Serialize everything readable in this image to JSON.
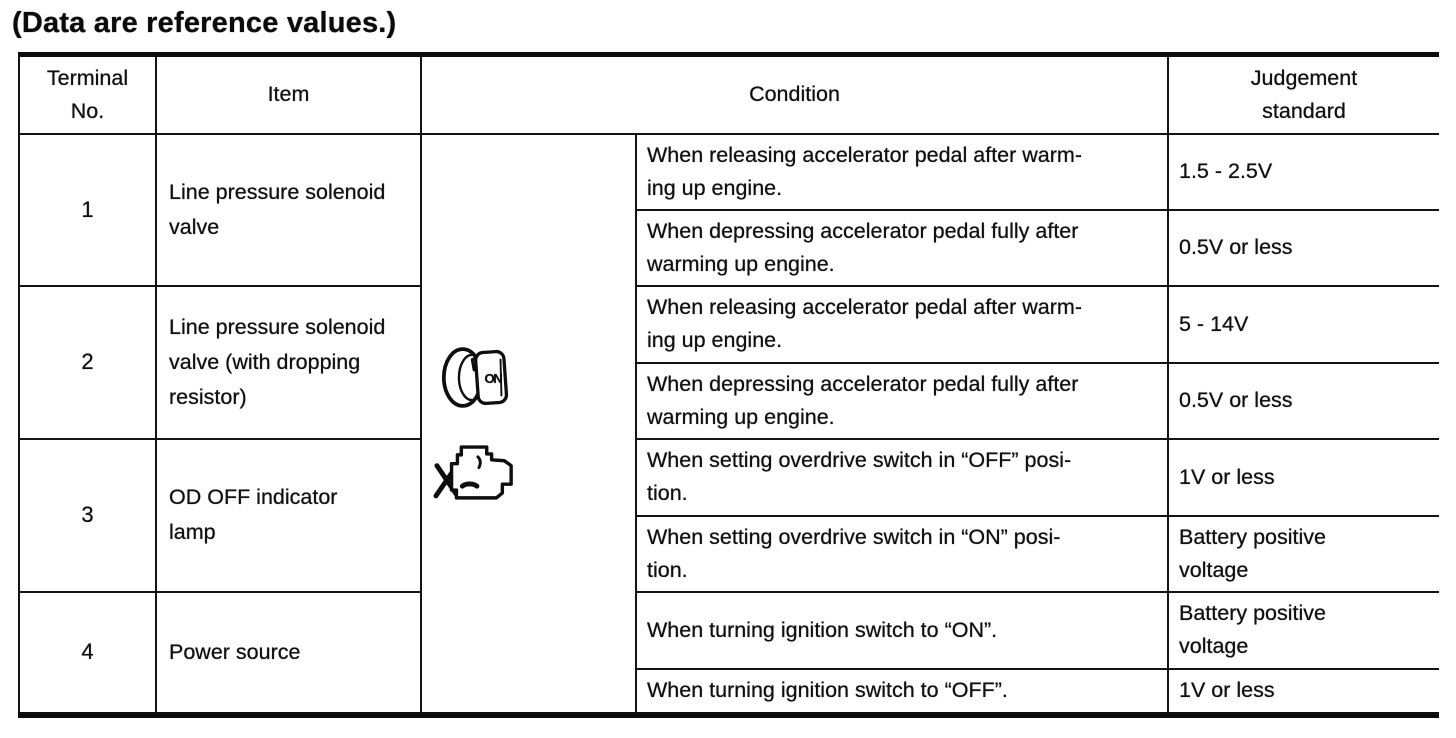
{
  "title": "(Data are reference values.)",
  "table": {
    "headers": {
      "terminal": "Terminal\nNo.",
      "item": "Item",
      "condition": "Condition",
      "judgement": "Judgement\nstandard"
    },
    "icons": {
      "ignition_key_label": "ON",
      "ignition_key_name": "ignition-switch-on-icon",
      "engine_name": "engine-running-icon"
    },
    "groups": [
      {
        "terminal": "1",
        "item": "Line pressure solenoid\nvalve",
        "rows": [
          {
            "condition": "When releasing accelerator pedal after warm-\ning up engine.",
            "judgement": "1.5 - 2.5V"
          },
          {
            "condition": "When depressing accelerator pedal fully after\nwarming up engine.",
            "judgement": "0.5V or less"
          }
        ]
      },
      {
        "terminal": "2",
        "item": "Line pressure solenoid\nvalve (with dropping\nresistor)",
        "rows": [
          {
            "condition": "When releasing accelerator pedal after warm-\ning up engine.",
            "judgement": "5 - 14V"
          },
          {
            "condition": "When depressing accelerator pedal fully after\nwarming up engine.",
            "judgement": "0.5V or less"
          }
        ]
      },
      {
        "terminal": "3",
        "item": "OD OFF indicator\nlamp",
        "rows": [
          {
            "condition": "When setting overdrive switch in “OFF” posi-\ntion.",
            "judgement": "1V or less"
          },
          {
            "condition": "When setting overdrive switch in “ON” posi-\ntion.",
            "judgement": "Battery positive\nvoltage"
          }
        ]
      },
      {
        "terminal": "4",
        "item": "Power source",
        "rows": [
          {
            "condition": "When turning ignition switch to “ON”.",
            "judgement": "Battery positive\nvoltage"
          },
          {
            "condition": "When turning ignition switch to “OFF”.",
            "judgement": "1V or less"
          }
        ]
      }
    ]
  }
}
